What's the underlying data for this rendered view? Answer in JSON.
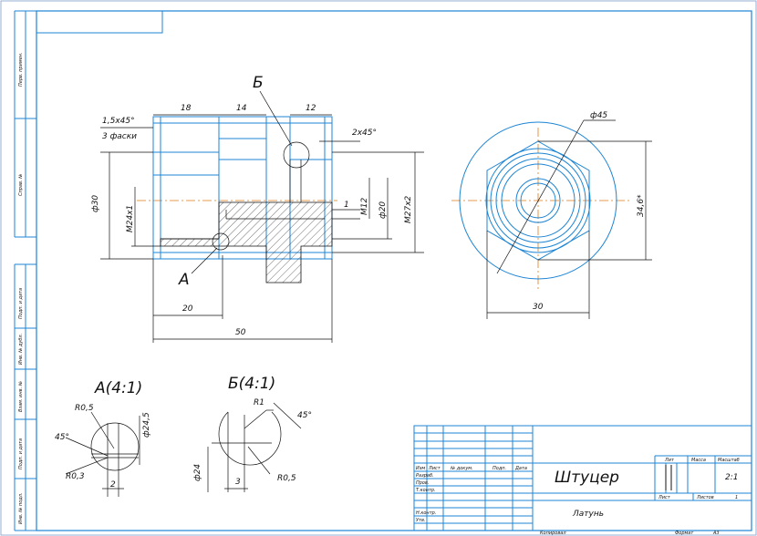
{
  "drawing": {
    "views": {
      "section_label_A": "А",
      "section_label_B": "Б",
      "detail_A_title": "А(4:1)",
      "detail_B_title": "Б(4:1)"
    },
    "main_view_dims": {
      "d18": "18",
      "d14": "14",
      "d12": "12",
      "chamfer": "1,5х45°",
      "chamfer_note": "3 фаски",
      "chamfer2": "2х45°",
      "dia30": "ф30",
      "m24": "М24х1",
      "m12": "М12",
      "dia20": "ф20",
      "m27": "М27х2",
      "d1": "1",
      "d20": "20",
      "d50": "50"
    },
    "end_view_dims": {
      "dia45": "ф45",
      "d346": "34,6*",
      "d30": "30"
    },
    "detail_A_dims": {
      "r05": "R0,5",
      "r03": "R0,3",
      "ang45": "45°",
      "dia245": "ф24,5",
      "d2": "2"
    },
    "detail_B_dims": {
      "r1": "R1",
      "ang45": "45°",
      "dia24": "ф24",
      "d3": "3",
      "r05": "R0,5"
    }
  },
  "side_stamps": [
    "Перв. примен.",
    "Справ. №",
    "Подп. и дата",
    "Инв. № дубл.",
    "Взам. инв. №",
    "Подп. и дата",
    "Инв. № подл."
  ],
  "title_block": {
    "part_name": "Штуцер",
    "material": "Латунь",
    "col_lit": "Лит",
    "col_mass": "Масса",
    "col_scale": "Масштаб",
    "scale_value": "2:1",
    "sheet_label": "Лист",
    "sheets_label": "Листов",
    "sheets_value": "1",
    "row_labels": [
      "Изм",
      "Лист",
      "№ докум.",
      "Подп.",
      "Дата"
    ],
    "roles": [
      "Разраб.",
      "Пров.",
      "Т.контр.",
      "Н.контр.",
      "Утв."
    ],
    "footer_copied": "Копировал",
    "footer_format": "Формат",
    "format_value": "А3"
  }
}
